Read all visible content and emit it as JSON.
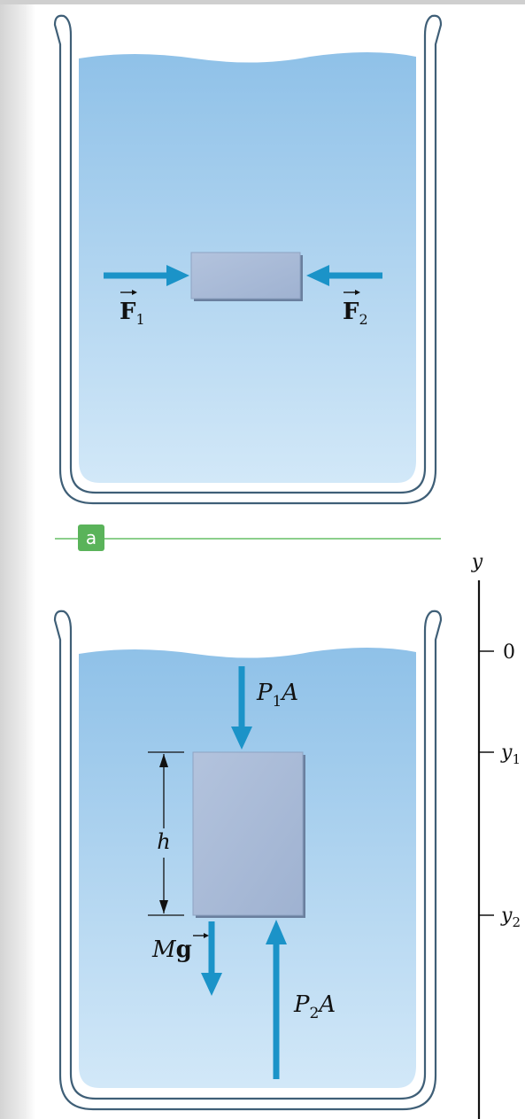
{
  "panels": {
    "a": {
      "tag": "a",
      "forces": {
        "left": {
          "symbol": "F",
          "subscript": "1"
        },
        "right": {
          "symbol": "F",
          "subscript": "2"
        }
      }
    },
    "b": {
      "forces": {
        "top": {
          "prefix": "P",
          "subscript": "1",
          "suffix": "A"
        },
        "bottom": {
          "prefix": "P",
          "subscript": "2",
          "suffix": "A"
        },
        "weight": {
          "prefix": "M",
          "vector": "g"
        }
      },
      "height_label": "h",
      "axis": {
        "label": "y",
        "ticks": [
          {
            "base": "0",
            "sub": ""
          },
          {
            "base": "y",
            "sub": "1"
          },
          {
            "base": "y",
            "sub": "2"
          }
        ]
      }
    }
  },
  "colors": {
    "water_top": "#8fc1e8",
    "water_bottom": "#d2e8f8",
    "block": "#a7b9d6",
    "arrow": "#1b93c8",
    "tag": "#5ab35a"
  }
}
